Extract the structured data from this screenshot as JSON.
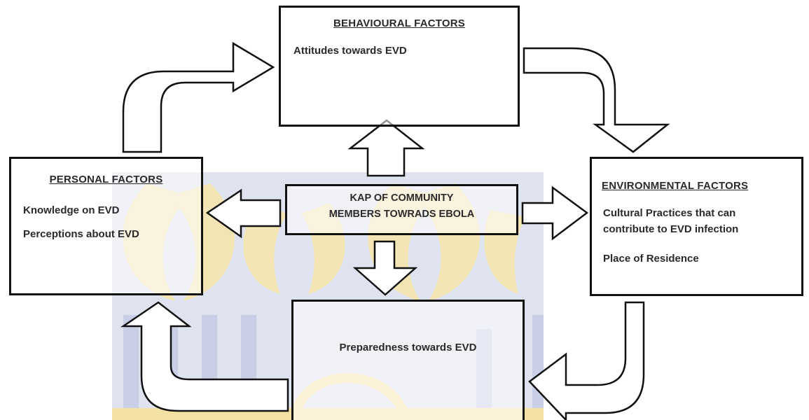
{
  "diagram": {
    "behavioural": {
      "title": "BEHAVIOURAL FACTORS",
      "items": [
        "Attitudes towards EVD"
      ]
    },
    "personal": {
      "title": "PERSONAL FACTORS",
      "items": [
        "Knowledge on EVD",
        "Perceptions about EVD"
      ]
    },
    "center": {
      "lines": [
        "KAP OF COMMUNITY",
        "MEMBERS TOWRADS EBOLA"
      ]
    },
    "environmental": {
      "title": "ENVIRONMENTAL FACTORS",
      "items": [
        "Cultural Practices that can",
        "contribute to EVD infection",
        "Place of Residence"
      ]
    },
    "preparedness": {
      "items": [
        "Preparedness towards EVD"
      ]
    },
    "colors": {
      "border": "#111111",
      "text": "#2a2a2a",
      "watermark_blue": "#c5cce4",
      "watermark_gold": "#f3e1a4"
    }
  }
}
